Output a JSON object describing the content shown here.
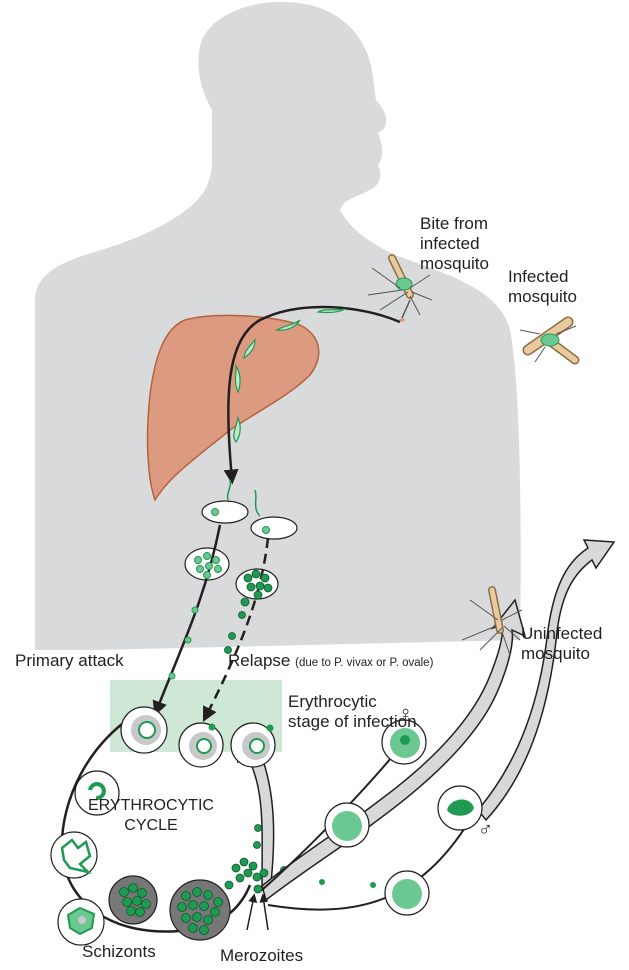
{
  "labels": {
    "bite": "Bite from\ninfected\nmosquito",
    "infected": "Infected\nmosquito",
    "uninfected": "Uninfected\nmosquito",
    "primary": "Primary attack",
    "relapse": "Relapse",
    "relapse_note": "(due to P. vivax or P. ovale)",
    "erythrocytic_stage": "Erythrocytic\nstage of infection",
    "cycle": "ERYTHROCYTIC\nCYCLE",
    "schizonts": "Schizonts",
    "merozoites": "Merozoites",
    "female": "♀",
    "male": "♂"
  },
  "colors": {
    "body": "#d9dadb",
    "liver": "#dc9a81",
    "liver_edge": "#b5623f",
    "parasite": "#1f9a53",
    "parasite_light": "#6cc891",
    "highlight": "#cfe8d6",
    "arrow_fill": "#d8d8d8",
    "line": "#231f20"
  }
}
